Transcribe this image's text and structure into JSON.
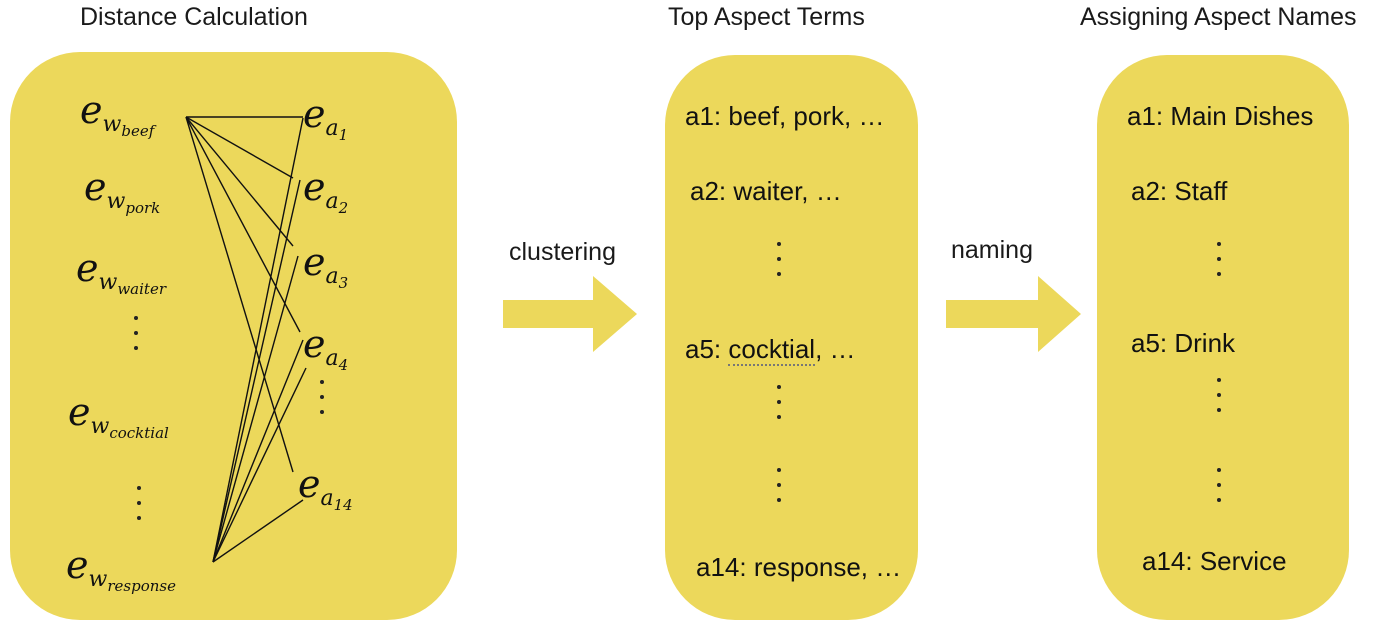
{
  "sections": {
    "left_title": "Distance Calculation",
    "middle_title": "Top Aspect Terms",
    "right_title": "Assigning Aspect Names"
  },
  "left_panel": {
    "words": [
      {
        "e": "e",
        "w": "w",
        "sub": "beef"
      },
      {
        "e": "e",
        "w": "w",
        "sub": "pork"
      },
      {
        "e": "e",
        "w": "w",
        "sub": "waiter"
      },
      {
        "e": "e",
        "w": "w",
        "sub": "cocktial"
      },
      {
        "e": "e",
        "w": "w",
        "sub": "response"
      }
    ],
    "aspects": [
      {
        "e": "e",
        "a": "a",
        "sub": "1"
      },
      {
        "e": "e",
        "a": "a",
        "sub": "2"
      },
      {
        "e": "e",
        "a": "a",
        "sub": "3"
      },
      {
        "e": "e",
        "a": "a",
        "sub": "4"
      },
      {
        "e": "e",
        "a": "a",
        "sub": "14"
      }
    ]
  },
  "arrows": {
    "first_label": "clustering",
    "second_label": "naming",
    "color": "#ecd85b"
  },
  "middle_panel": {
    "items": [
      "a1: beef, pork, …",
      "a2: waiter, …",
      "a5: cocktial, …",
      "a14: response, …"
    ],
    "a5_prefix": "a5: ",
    "a5_word": "cocktial",
    "a5_suffix": ", …"
  },
  "right_panel": {
    "items": [
      "a1: Main Dishes",
      "a2: Staff",
      "a5: Drink",
      "a14: Service"
    ]
  },
  "colors": {
    "panel": "#ecd85b",
    "text": "#111111"
  }
}
